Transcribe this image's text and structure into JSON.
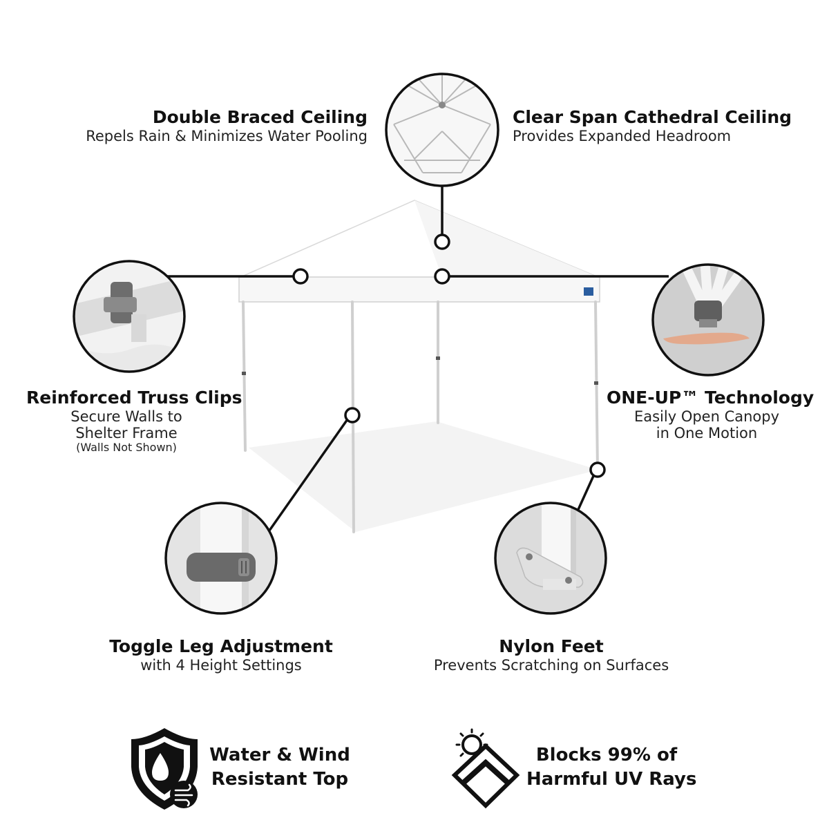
{
  "features": {
    "double_braced": {
      "title": "Double Braced Ceiling",
      "subtitle": "Repels Rain & Minimizes Water Pooling"
    },
    "clear_span": {
      "title": "Clear Span Cathedral Ceiling",
      "subtitle": "Provides Expanded Headroom"
    },
    "truss_clips": {
      "title": "Reinforced Truss Clips",
      "line1": "Secure Walls to",
      "line2": "Shelter Frame",
      "note": "(Walls Not Shown)"
    },
    "one_up": {
      "title": "ONE-UP™ Technology",
      "line1": "Easily Open Canopy",
      "line2": "in One Motion"
    },
    "toggle_leg": {
      "title": "Toggle Leg Adjustment",
      "subtitle": "with 4 Height Settings"
    },
    "nylon_feet": {
      "title": "Nylon Feet",
      "subtitle": "Prevents Scratching on Surfaces"
    }
  },
  "badges": {
    "water_wind": {
      "icon": "shield-water-wind-icon",
      "line1": "Water & Wind",
      "line2": "Resistant Top"
    },
    "uv": {
      "icon": "sun-uv-shield-icon",
      "line1": "Blocks 99% of",
      "line2": "Harmful UV Rays"
    }
  },
  "colors": {
    "text": "#111111",
    "line": "#111111",
    "canopy": "#ffffff",
    "photo_bg": "#e6e6e6"
  }
}
